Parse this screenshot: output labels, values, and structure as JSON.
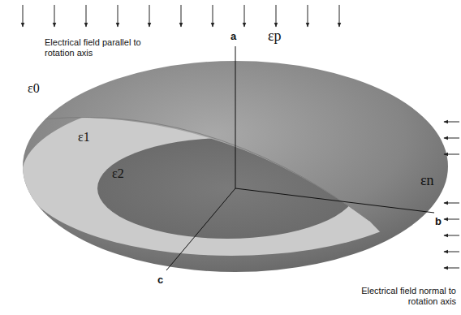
{
  "diagram": {
    "labels": [
      "Electrical field parallel to rotation axis",
      "εp",
      "ε0",
      "ε1",
      "ε2",
      "a",
      "b",
      "c",
      "εn",
      "Electrical field normal to rotation axis"
    ]
  }
}
